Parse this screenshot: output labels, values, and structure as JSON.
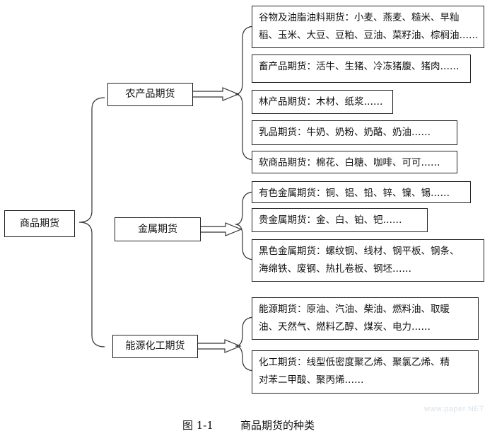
{
  "root": "商品期货",
  "categories": [
    {
      "label": "农产品期货",
      "items": [
        [
          "谷物及油脂油料期货：小麦、燕麦、糙米、早籼",
          "稻、玉米、大豆、豆粕、豆油、菜籽油、棕榈油……"
        ],
        [
          "畜产品期货：活牛、生猪、冷冻猪腹、猪肉……"
        ],
        [
          "林产品期货：木材、纸浆……"
        ],
        [
          "乳品期货：牛奶、奶粉、奶酪、奶油……"
        ],
        [
          "软商品期货：棉花、白糖、咖啡、可可……"
        ]
      ]
    },
    {
      "label": "金属期货",
      "items": [
        [
          "有色金属期货：铜、铝、铅、锌、镍、锡……"
        ],
        [
          "贵金属期货：金、白、铂、钯……"
        ],
        [
          "黑色金属期货：螺纹钢、线材、钢平板、钢条、",
          "海绵铁、废钢、热扎卷板、钢坯……"
        ]
      ]
    },
    {
      "label": "能源化工期货",
      "items": [
        [
          "能源期货：原油、汽油、柴油、燃料油、取暖",
          "油、天然气、燃料乙醇、煤炭、电力……"
        ],
        [
          "化工期货：线型低密度聚乙烯、聚氯乙烯、精",
          "对苯二甲酸、聚丙烯……"
        ]
      ]
    }
  ],
  "caption": "图 1-1        商品期货的种类",
  "watermark": "www.paper.NET"
}
